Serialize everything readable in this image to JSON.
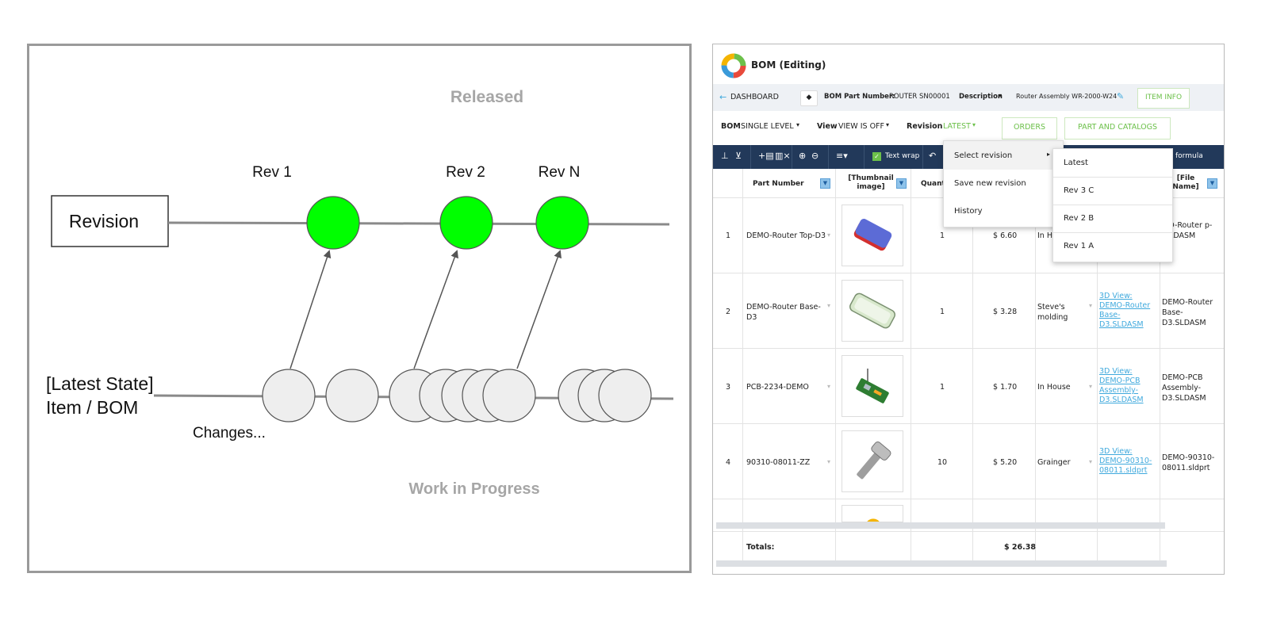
{
  "diagram": {
    "released_label": "Released",
    "wip_label": "Work in Progress",
    "revision_box_label": "Revision",
    "latest_state_line1": "[Latest State]",
    "latest_state_line2": "Item / BOM",
    "changes_label": "Changes...",
    "rev_labels": [
      "Rev 1",
      "Rev 2",
      "Rev N"
    ],
    "colors": {
      "released_node": "#00ff00",
      "change_node": "#eeeeee",
      "line": "#8a8a8a",
      "title_gray": "#a6a6a6"
    }
  },
  "app": {
    "title": "BOM (Editing)",
    "back_label": "DASHBOARD",
    "bom_part_number_label": "BOM Part Number:",
    "bom_part_number_value": "ROUTER SN00001",
    "description_label": "Description",
    "description_value": "Router Assembly WR-2000-W24",
    "item_info_button": "ITEM INFO",
    "bom_label": "BOM",
    "bom_level_value": "SINGLE LEVEL",
    "view_label": "View",
    "view_value": "VIEW IS OFF",
    "revision_label": "Revision",
    "revision_value": "LATEST",
    "orders_button": "ORDERS",
    "parts_catalogs_button": "PART AND CATALOGS",
    "text_wrap_label": "Text wrap",
    "formula_label": "formula",
    "columns": [
      "Part Number",
      "[Thumbnail image]",
      "Quanti",
      "[File Name]"
    ],
    "rows": [
      {
        "num": "1",
        "part": "DEMO-Router Top-D3",
        "qty": "1",
        "cost": "$ 6.60",
        "vendor": "In H",
        "link": "",
        "file": "MO-Router p- .SLDASM"
      },
      {
        "num": "2",
        "part": "DEMO-Router Base-D3",
        "qty": "1",
        "cost": "$ 3.28",
        "vendor": "Steve's molding",
        "link": "3D View: DEMO-Router Base-D3.SLDASM",
        "file": "DEMO-Router Base-D3.SLDASM"
      },
      {
        "num": "3",
        "part": "PCB-2234-DEMO",
        "qty": "1",
        "cost": "$ 1.70",
        "vendor": "In House",
        "link": "3D View: DEMO-PCB Assembly-D3.SLDASM",
        "file": "DEMO-PCB Assembly-D3.SLDASM"
      },
      {
        "num": "4",
        "part": "90310-08011-ZZ",
        "qty": "10",
        "cost": "$ 5.20",
        "vendor": "Grainger",
        "link": "3D View: DEMO-90310-08011.sldprt",
        "file": "DEMO-90310-08011.sldprt"
      }
    ],
    "totals_label": "Totals:",
    "totals_value": "$ 26.38",
    "context_menu": [
      "Select revision",
      "Save new revision",
      "History"
    ],
    "revision_submenu": [
      "Latest",
      "Rev 3 C",
      "Rev 2 B",
      "Rev 1 A"
    ],
    "colors": {
      "toolbar_dark": "#22395a",
      "accent_green": "#6cc04a",
      "link_blue": "#3fa9dd"
    }
  }
}
